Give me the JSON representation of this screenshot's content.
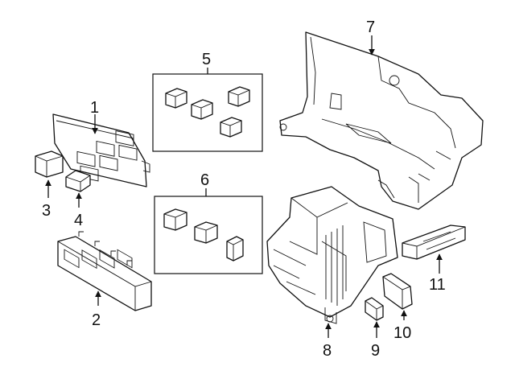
{
  "diagram": {
    "callouts": [
      "1",
      "2",
      "3",
      "4",
      "5",
      "6",
      "7",
      "8",
      "9",
      "10",
      "11"
    ]
  },
  "colors": {
    "line": "#111111",
    "background": "#ffffff"
  }
}
